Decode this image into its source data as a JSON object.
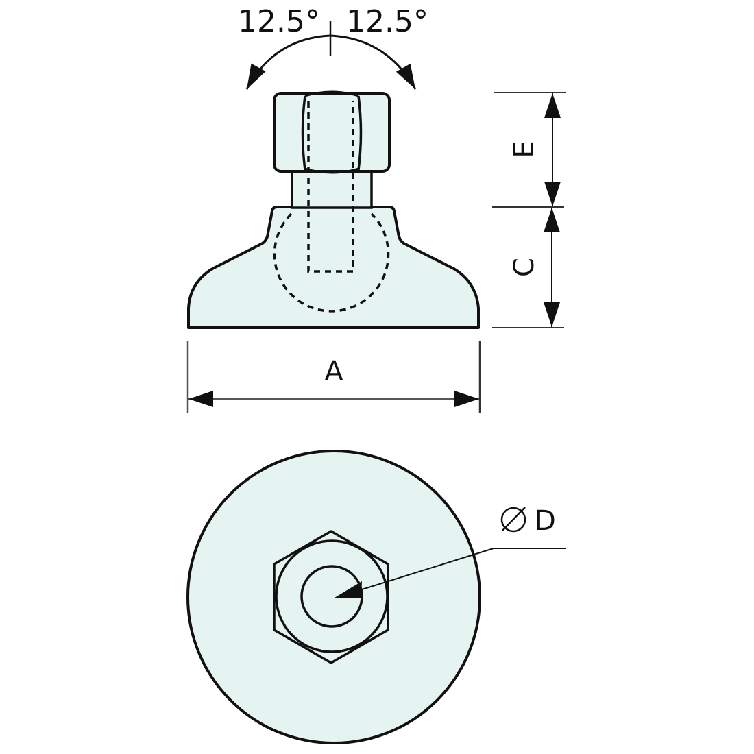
{
  "diagram": {
    "type": "technical-drawing",
    "subject": "swivel levelling foot",
    "colors": {
      "fill": "#e6f4f1",
      "stroke": "#111111",
      "background": "#ffffff"
    },
    "side_view": {
      "tilt_angle_left": "12.5°",
      "tilt_angle_right": "12.5°",
      "dimensions": {
        "width_label": "A",
        "base_height_label": "C",
        "nut_height_label": "E"
      }
    },
    "top_view": {
      "diameter_label": "D",
      "diameter_symbol": "⌀"
    }
  }
}
